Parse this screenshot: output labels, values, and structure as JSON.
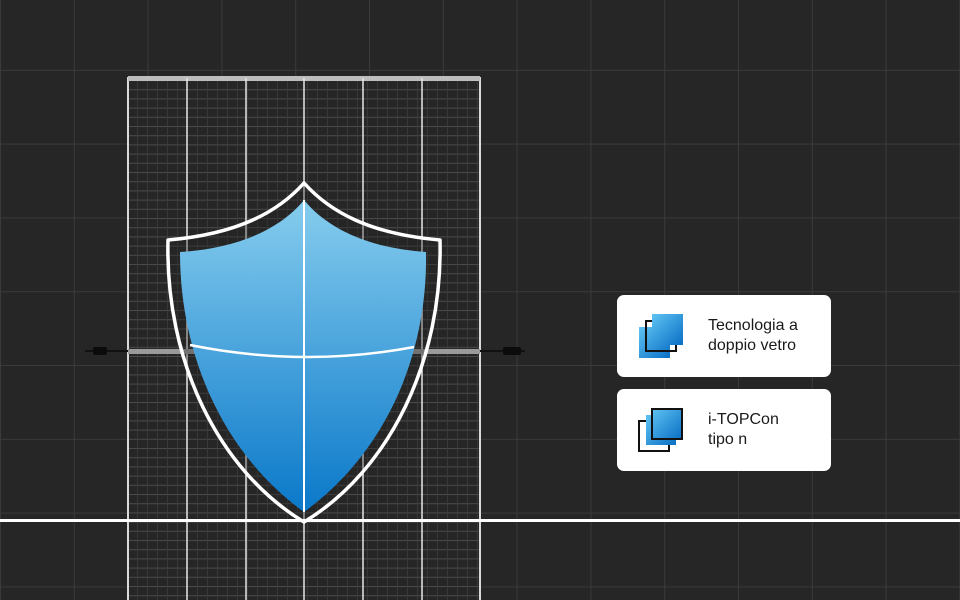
{
  "colors": {
    "background": "#262626",
    "grid_line": "#3a3a3a",
    "panel_line": "#d9d9d9",
    "shield_top": "#86cdee",
    "shield_bottom": "#0a78c9",
    "card_background": "#ffffff",
    "card_text": "#1a1a1a",
    "icon_accent": "#1a8fdb"
  },
  "icons": {
    "shield": "shield-icon",
    "feature": "stacked-layers-icon"
  },
  "features": [
    {
      "line1": "Tecnologia a",
      "line2": "doppio vetro"
    },
    {
      "line1": "i-TOPCon",
      "line2": "tipo n"
    }
  ]
}
